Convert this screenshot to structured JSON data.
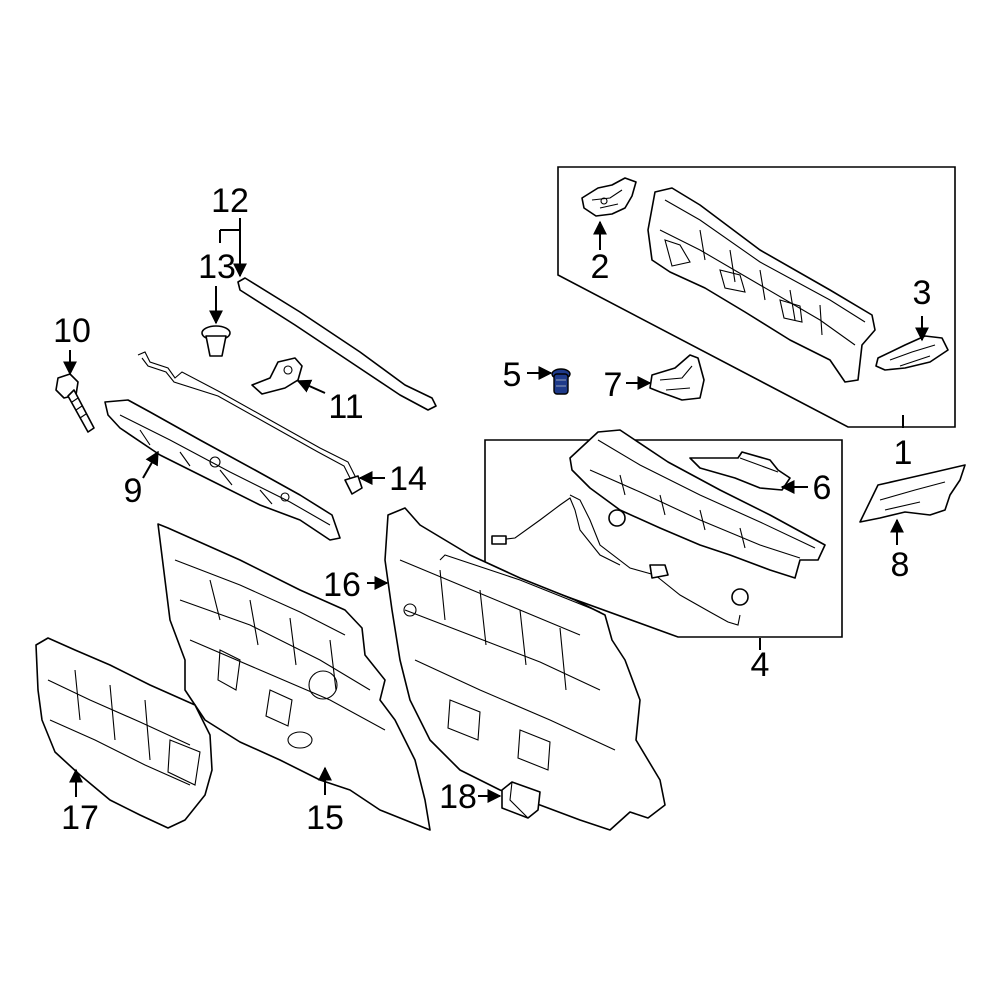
{
  "callouts": {
    "c1": "1",
    "c2": "2",
    "c3": "3",
    "c4": "4",
    "c5": "5",
    "c6": "6",
    "c7": "7",
    "c8": "8",
    "c9": "9",
    "c10": "10",
    "c11": "11",
    "c12": "12",
    "c13": "13",
    "c14": "14",
    "c15": "15",
    "c16": "16",
    "c17": "17",
    "c18": "18"
  },
  "colors": {
    "line": "#000000",
    "background": "#ffffff",
    "highlight": "#1e3a8a"
  }
}
